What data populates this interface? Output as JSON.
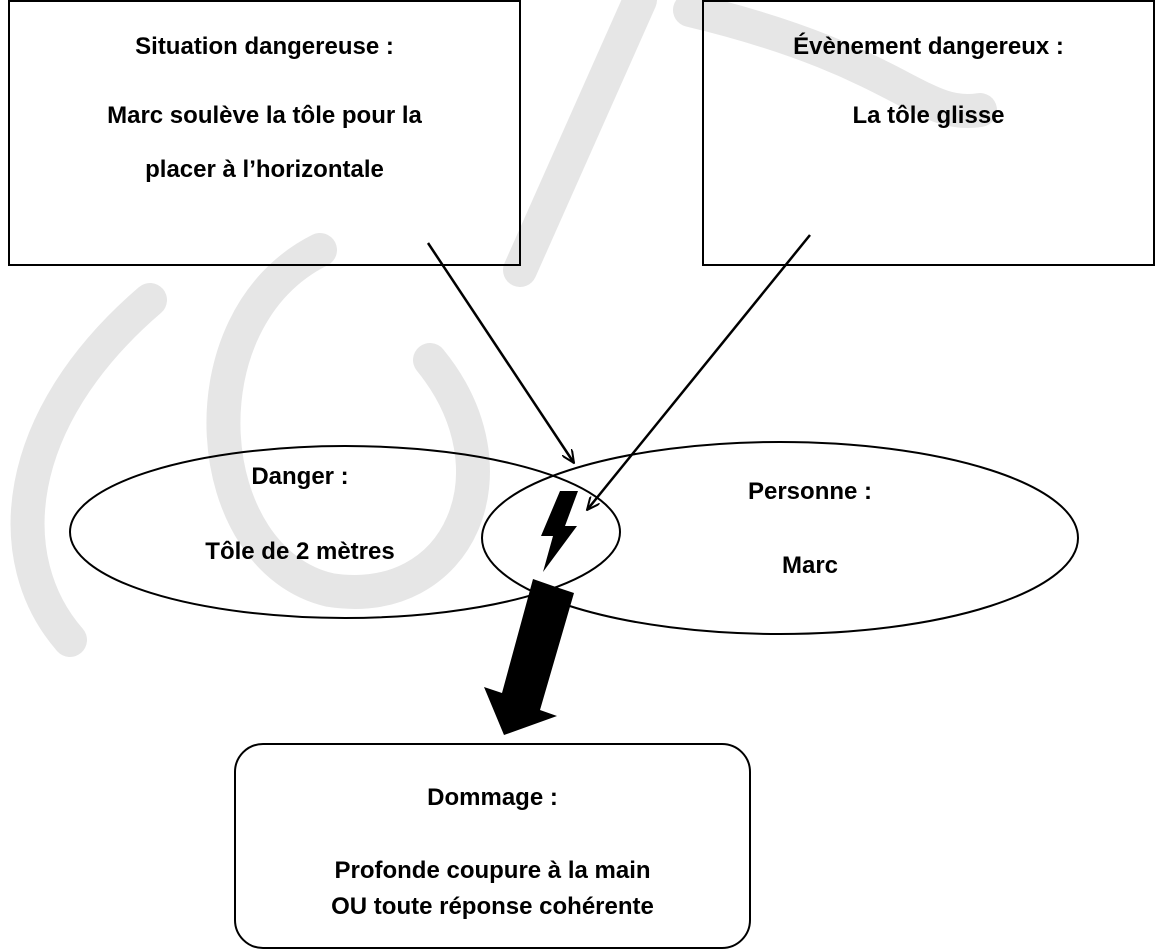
{
  "situation": {
    "title": "Situation dangereuse :",
    "line1": "Marc soulève la tôle pour la",
    "line2": "placer à l’horizontale"
  },
  "event": {
    "title": "Évènement dangereux :",
    "text": "La tôle glisse"
  },
  "danger": {
    "title": "Danger :",
    "text": "Tôle de 2 mètres"
  },
  "person": {
    "title": "Personne :",
    "text": "Marc"
  },
  "damage": {
    "title": "Dommage :",
    "line1": "Profonde coupure à la main",
    "line2": "OU toute réponse cohérente"
  },
  "icons": {
    "impact": "lightning-bolt-icon"
  },
  "colors": {
    "stroke": "#000000",
    "watermark": "#e6e6e6"
  }
}
